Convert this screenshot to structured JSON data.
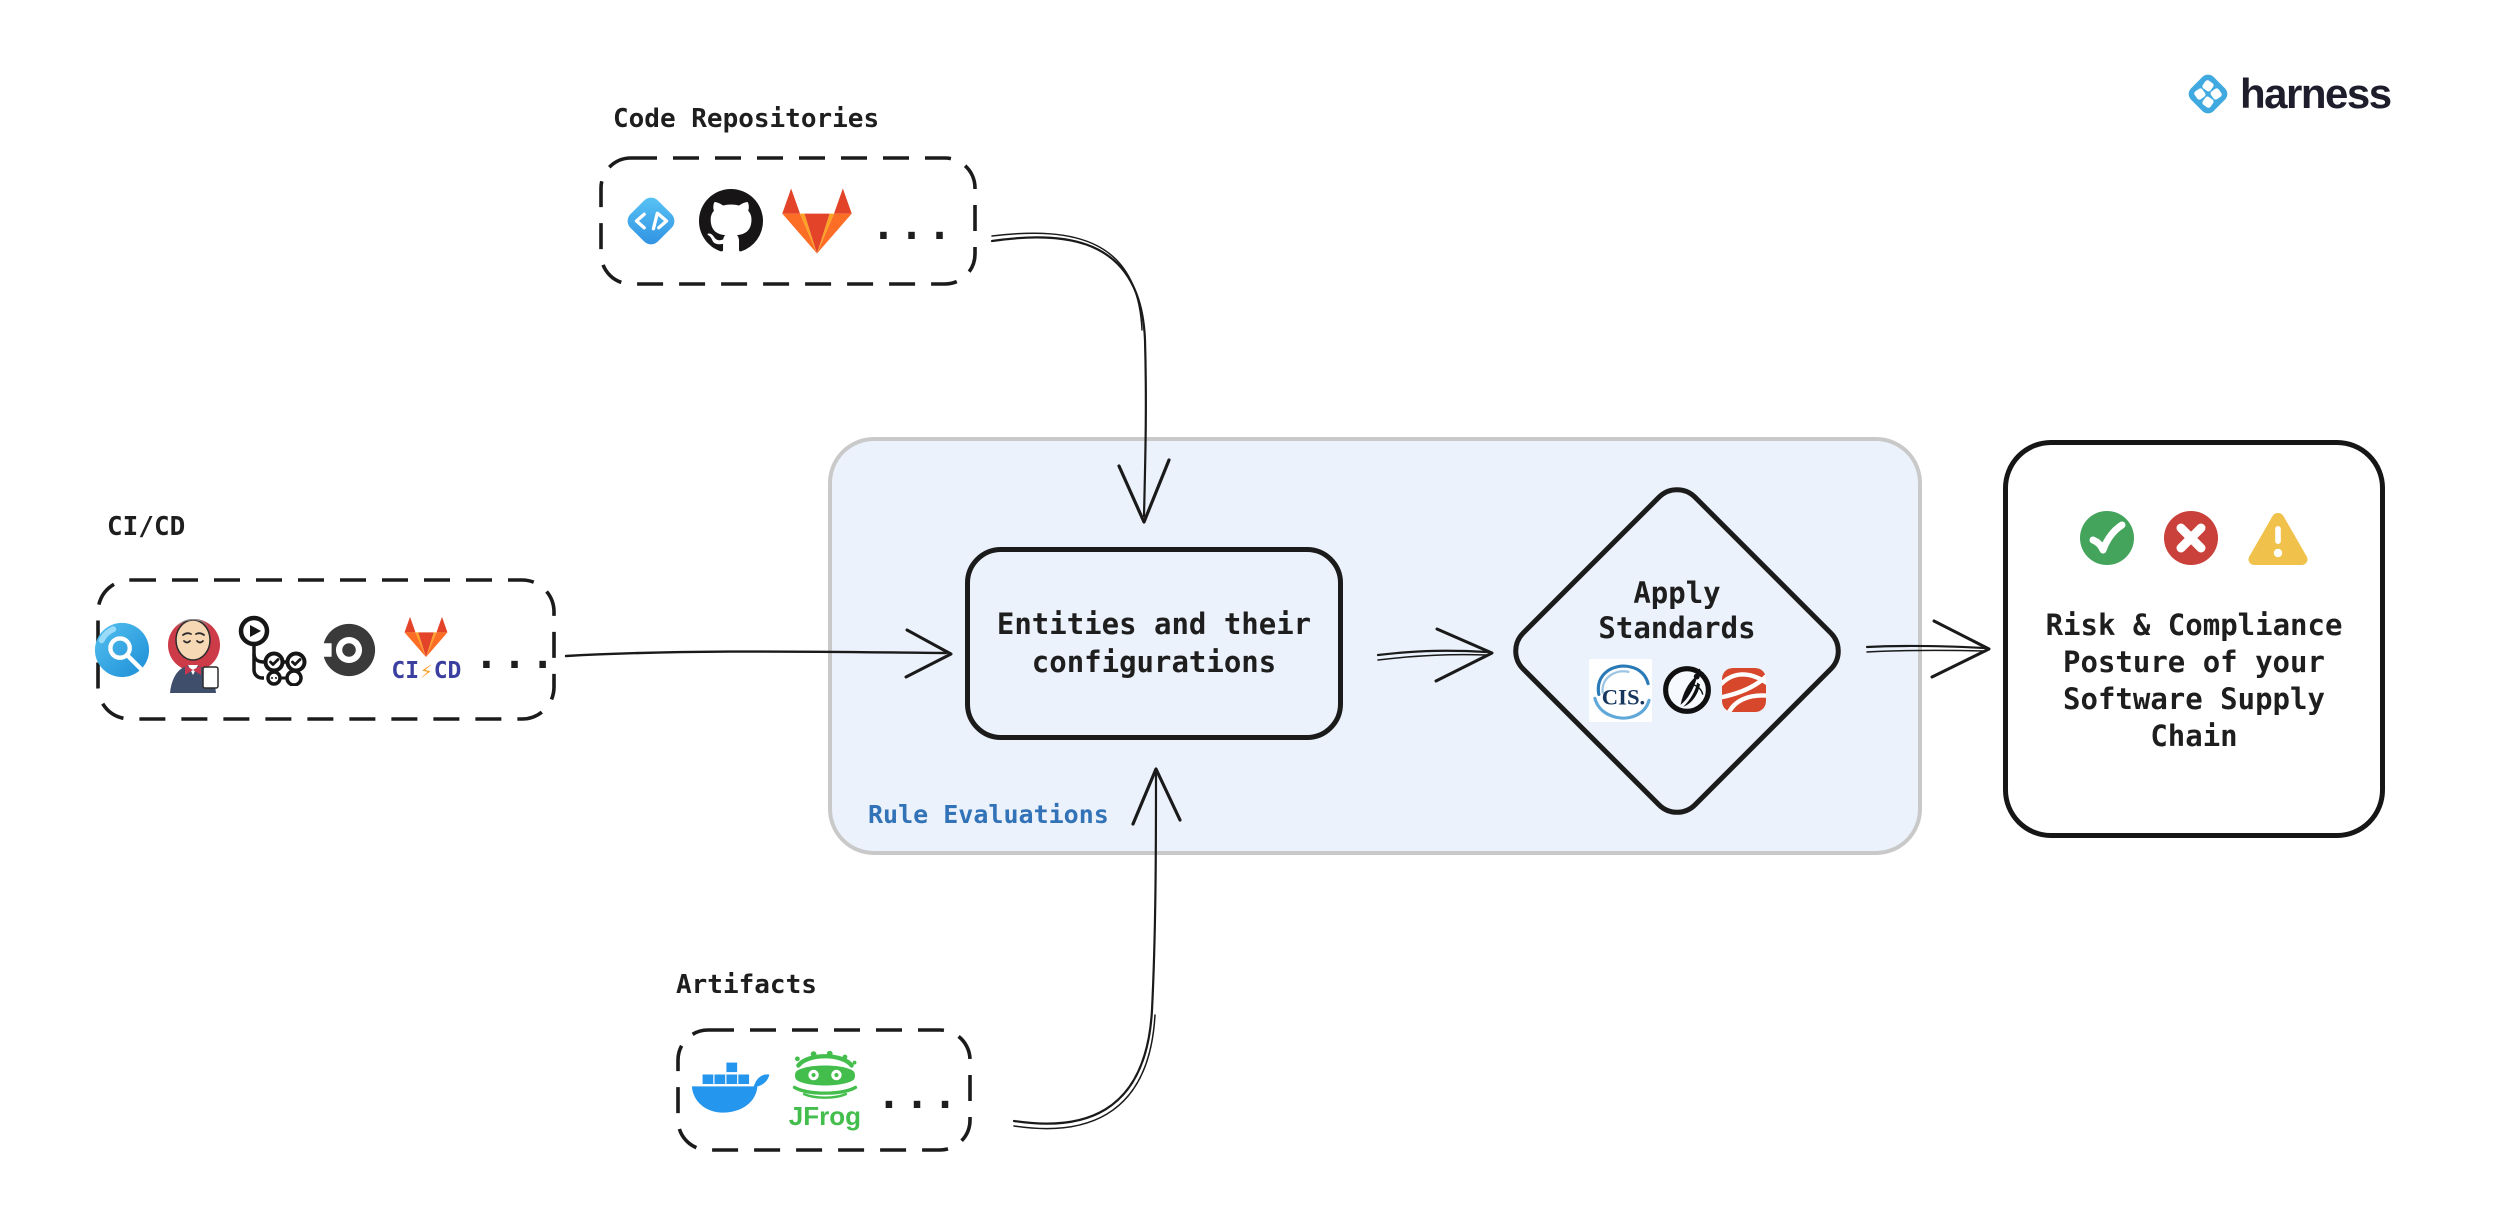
{
  "canvas": {
    "background": "#FFFFFF",
    "ink": "#1B1B1B"
  },
  "logo": {
    "text": "harness",
    "icon": "harness-logo-icon",
    "brand_blue": "#3FA9E0",
    "text_color": "#1D1D2B"
  },
  "groups": {
    "code_repositories": {
      "label": "Code Repositories",
      "icons": [
        "harness-code-icon",
        "github-icon",
        "gitlab-icon"
      ],
      "ellipsis": "..."
    },
    "cicd": {
      "label": "CI/CD",
      "icons": [
        "harness-ci-icon",
        "jenkins-icon",
        "github-actions-icon",
        "circleci-icon",
        "gitlab-cicd-icon"
      ],
      "gitlab_cicd": {
        "left": "CI",
        "bolt": "⚡",
        "right": "CD"
      },
      "ellipsis": "..."
    },
    "artifacts": {
      "label": "Artifacts",
      "icons": [
        "docker-icon",
        "jfrog-icon"
      ],
      "jfrog_label": "JFrog",
      "ellipsis": "..."
    }
  },
  "rule_panel": {
    "label": "Rule Evaluations",
    "label_color": "#3273B8",
    "background": "#EBF2FB",
    "entities_box": {
      "text": "Entities and their configurations"
    },
    "apply_standards": {
      "line1": "Apply",
      "line2": "Standards",
      "cis_label": "CIS.",
      "icons": [
        "cis-icon",
        "owasp-icon",
        "red-swoosh-standard-icon"
      ]
    }
  },
  "result_panel": {
    "icons": [
      "check-circle-icon",
      "x-circle-icon",
      "warning-triangle-icon"
    ],
    "colors": {
      "pass": "#44A45C",
      "fail": "#C9413A",
      "warning": "#F0C24B"
    },
    "lines": [
      "Risk & Compliance",
      "Posture of your",
      "Software Supply",
      "Chain"
    ]
  }
}
